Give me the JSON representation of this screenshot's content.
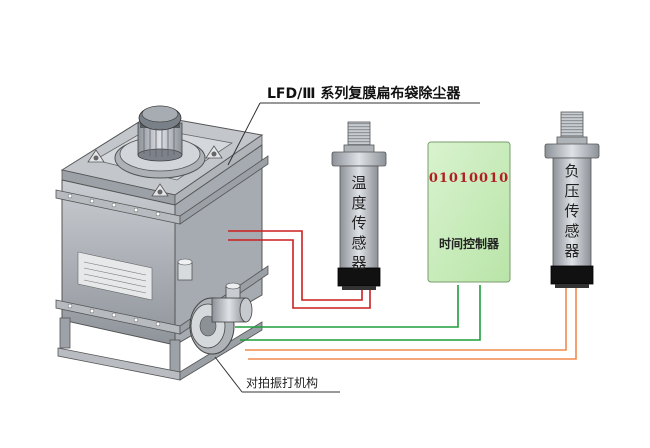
{
  "title": "LFD/Ⅲ 系列复膜扁布袋除尘器",
  "temperature_sensor": {
    "label": "温度传感器"
  },
  "controller": {
    "code": "01010010",
    "label": "时间控制器"
  },
  "pressure_sensor": {
    "label": "负压传感器"
  },
  "mechanism_label": "对拍振打机构",
  "colors": {
    "red_wire": "#cc1f1f",
    "green_wire": "#1e9e3c",
    "orange_wire": "#f08a4b",
    "controller_fill": "#cdeec0",
    "sensor_tip": "#111111"
  }
}
